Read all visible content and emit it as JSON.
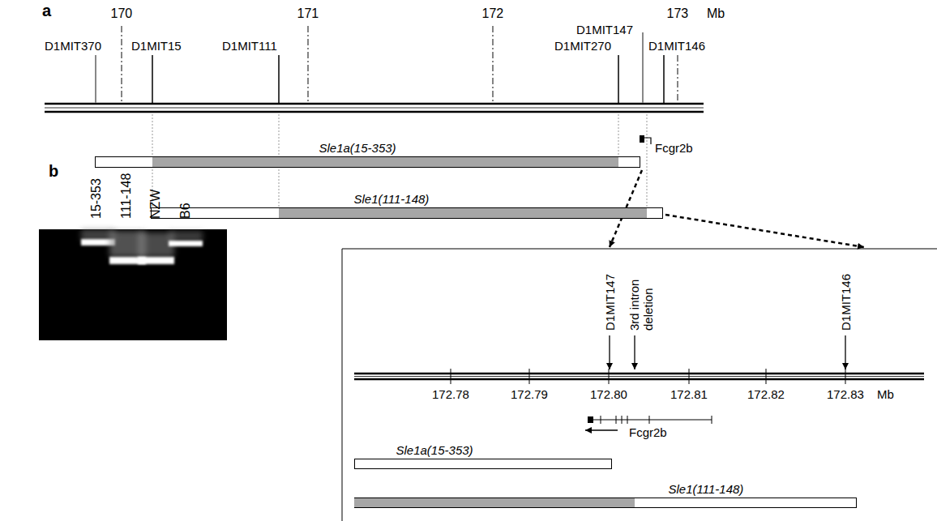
{
  "diagram": {
    "nodes": [
      {
        "text": [
          "Sle1a(15-353)"
        ]
      },
      {
        "text": [
          "Sle1(111-148)"
        ]
      },
      {
        "text": [
          "Sle1a(15-353)"
        ]
      },
      {
        "text": [
          "Sle1(111-148)"
        ]
      }
    ],
    "labels": [
      "a",
      "170",
      "171",
      "172",
      "173",
      "Mb",
      "D1MIT147",
      "D1MIT370",
      "D1MIT15",
      "D1MIT111",
      "D1MIT270",
      "D1MIT146",
      "Fcgr2b",
      "b",
      "15-353",
      "111-148",
      "NZW",
      "B6",
      "D1MIT147",
      "3rd intron deletion",
      "D1MIT146",
      "172.78",
      "172.79",
      "172.80",
      "172.81",
      "172.82",
      "172.83",
      "Mb",
      "Fcgr2b"
    ]
  }
}
